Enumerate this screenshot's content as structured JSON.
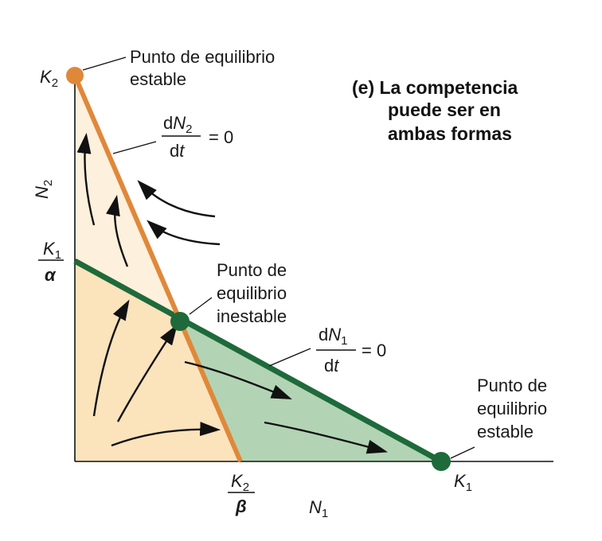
{
  "title": {
    "line1": "(e)  La competencia",
    "line2": "puede ser en",
    "line3": "ambas formas"
  },
  "axes": {
    "x_label": "N",
    "x_sub": "1",
    "y_label": "N",
    "y_sub": "2"
  },
  "intercepts": {
    "k2_y": {
      "main": "K",
      "sub": "2"
    },
    "k1_alpha": {
      "num_main": "K",
      "num_sub": "1",
      "den": "α"
    },
    "k2_beta": {
      "num_main": "K",
      "num_sub": "2",
      "den": "β"
    },
    "k1_x": {
      "main": "K",
      "sub": "1"
    }
  },
  "isoclines": {
    "n2": {
      "d": "d",
      "var": "N",
      "sub": "2",
      "den_d": "d",
      "den_t": "t",
      "eq": "= 0",
      "color": "#e0883a"
    },
    "n1": {
      "d": "d",
      "var": "N",
      "sub": "1",
      "den_d": "d",
      "den_t": "t",
      "eq": "= 0",
      "color": "#1e6a3a"
    }
  },
  "equilibria": {
    "stable_top": {
      "line1": "Punto de equilibrio",
      "line2": "estable",
      "color": "#e0883a"
    },
    "unstable": {
      "line1": "Punto de",
      "line2": "equilibrio",
      "line3": "inestable",
      "color": "#1e6a3a"
    },
    "stable_right": {
      "line1": "Punto de",
      "line2": "equilibrio",
      "line3": "estable",
      "color": "#1e6a3a"
    }
  },
  "colors": {
    "region_light": "#fdf0dc",
    "region_mid": "#fbe3bc",
    "region_green": "#b2d4b4"
  }
}
